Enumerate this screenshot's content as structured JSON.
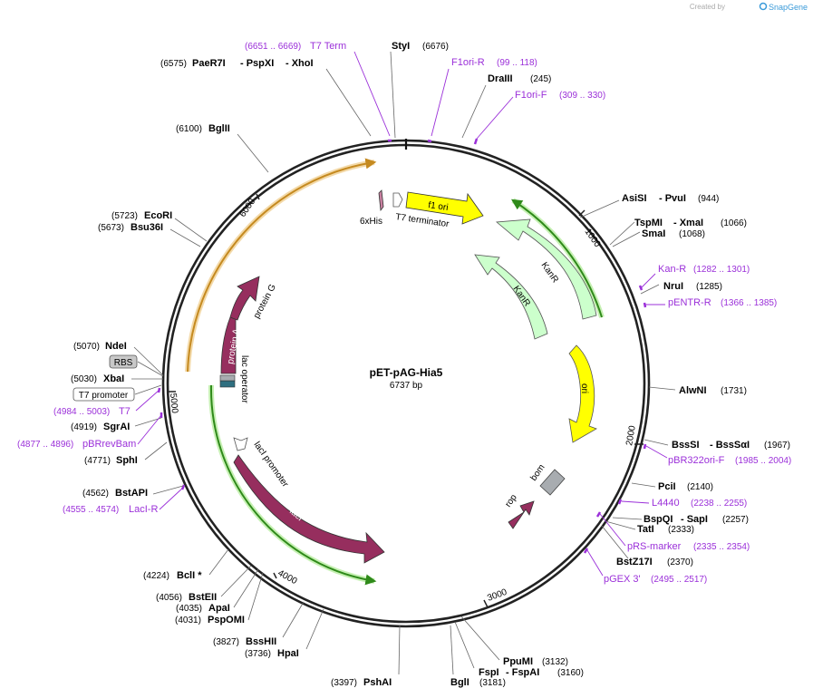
{
  "credit": {
    "text": "Created by",
    "brand": "SnapGene"
  },
  "plasmid": {
    "name": "pET-pAG-Hia5",
    "length_label": "6737 bp"
  },
  "ticks": [
    {
      "label": "1000"
    },
    {
      "label": "2000"
    },
    {
      "label": "3000"
    },
    {
      "label": "4000"
    },
    {
      "label": "5000"
    },
    {
      "label": "6000"
    }
  ],
  "sites": [
    {
      "name": "StyI",
      "pos": "(6676)"
    },
    {
      "name": "PaeR7I",
      "pos": "(6575)"
    },
    {
      "name": "- PspXI",
      "pos": ""
    },
    {
      "name": "- XhoI",
      "pos": ""
    },
    {
      "name": "DraIII",
      "pos": "(245)"
    },
    {
      "name": "BglII",
      "pos": "(6100)"
    },
    {
      "name": "AsiSI",
      "pos": "(944)"
    },
    {
      "name": "- PvuI",
      "pos": ""
    },
    {
      "name": "TspMI",
      "pos": "(1066)"
    },
    {
      "name": "- XmaI",
      "pos": ""
    },
    {
      "name": "SmaI",
      "pos": "(1068)"
    },
    {
      "name": "EcoRI",
      "pos": "(5723)"
    },
    {
      "name": "Bsu36I",
      "pos": "(5673)"
    },
    {
      "name": "NruI",
      "pos": "(1285)"
    },
    {
      "name": "NdeI",
      "pos": "(5070)"
    },
    {
      "name": "XbaI",
      "pos": "(5030)"
    },
    {
      "name": "AlwNI",
      "pos": "(1731)"
    },
    {
      "name": "SgrAI",
      "pos": "(4919)"
    },
    {
      "name": "BssSI",
      "pos": "(1967)"
    },
    {
      "name": "- BssSαI",
      "pos": ""
    },
    {
      "name": "SphI",
      "pos": "(4771)"
    },
    {
      "name": "PciI",
      "pos": "(2140)"
    },
    {
      "name": "BstAPI",
      "pos": "(4562)"
    },
    {
      "name": "BspQI",
      "pos": "(2257)"
    },
    {
      "name": "- SapI",
      "pos": ""
    },
    {
      "name": "TatI",
      "pos": "(2333)"
    },
    {
      "name": "BstZ17I",
      "pos": "(2370)"
    },
    {
      "name": "BclI *",
      "pos": "(4224)"
    },
    {
      "name": "BstEII",
      "pos": "(4056)"
    },
    {
      "name": "ApaI",
      "pos": "(4035)"
    },
    {
      "name": "PspOMI",
      "pos": "(4031)"
    },
    {
      "name": "BssHII",
      "pos": "(3827)"
    },
    {
      "name": "HpaI",
      "pos": "(3736)"
    },
    {
      "name": "PshAI",
      "pos": "(3397)"
    },
    {
      "name": "BglI",
      "pos": "(3181)"
    },
    {
      "name": "PpuMI",
      "pos": "(3132)"
    },
    {
      "name": "FspI",
      "pos": "(3160)"
    },
    {
      "name": "- FspAI",
      "pos": ""
    }
  ],
  "primers": [
    {
      "name": "T7 Term",
      "range": "(6651 .. 6669)"
    },
    {
      "name": "F1ori-R",
      "range": "(99 .. 118)"
    },
    {
      "name": "F1ori-F",
      "range": "(309 .. 330)"
    },
    {
      "name": "Kan-R",
      "range": "(1282 .. 1301)"
    },
    {
      "name": "pENTR-R",
      "range": "(1366 .. 1385)"
    },
    {
      "name": "T7",
      "range": "(4984 .. 5003)"
    },
    {
      "name": "pBRrevBam",
      "range": "(4877 .. 4896)"
    },
    {
      "name": "pBR322ori-F",
      "range": "(1985 .. 2004)"
    },
    {
      "name": "L4440",
      "range": "(2238 .. 2255)"
    },
    {
      "name": "pRS-marker",
      "range": "(2335 .. 2354)"
    },
    {
      "name": "LacI-R",
      "range": "(4555 .. 4574)"
    },
    {
      "name": "pGEX 3'",
      "range": "(2495 .. 2517)"
    }
  ],
  "boxed_features": [
    {
      "name": "RBS"
    },
    {
      "name": "T7 promoter"
    }
  ],
  "features": [
    {
      "name": "f1 ori"
    },
    {
      "name": "KanR"
    },
    {
      "name": "KanR"
    },
    {
      "name": "ori"
    },
    {
      "name": "bom"
    },
    {
      "name": "rop"
    },
    {
      "name": "lacI"
    },
    {
      "name": "lacI promoter"
    },
    {
      "name": "lac operator"
    },
    {
      "name": "protein A"
    },
    {
      "name": "protein G"
    },
    {
      "name": "6xHis"
    },
    {
      "name": "T7 terminator"
    }
  ],
  "colors": {
    "primer": "#9b30d9",
    "brand": "#3a9ad9",
    "f1ori": "#ffff00",
    "ori": "#ffff00",
    "kanr": "#ccffcc",
    "protein": "#962e5e",
    "bom": "#a8acb0",
    "orf_orange": "#c58a20",
    "orf_green": "#2f8a1a"
  }
}
